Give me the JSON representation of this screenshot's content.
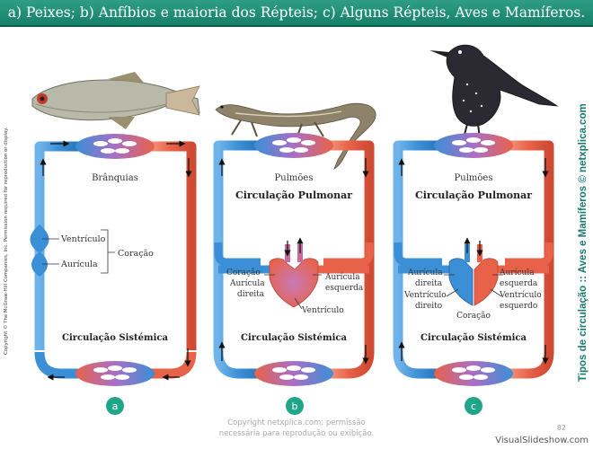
{
  "title": "a) Peixes; b) Anfíbios e maioria dos Répteis; c) Alguns Répteis, Aves e Mamíferos.",
  "side_copyright": "Copyright © The McGraw-Hill Companies, Inc. Permission required for reproduction or display.",
  "side_title": "Tipos de circulação :: Aves e Mamíferos © netxplica.com",
  "panel_a": {
    "badge": "a",
    "gills": "Brânquias",
    "ventricle": "Ventrículo",
    "atrium": "Aurícula",
    "heart": "Coração",
    "systemic": "Circulação Sistémica"
  },
  "panel_b": {
    "badge": "b",
    "lungs": "Pulmões",
    "pulmonary": "Circulação Pulmonar",
    "heart": "Coração",
    "right_atrium_1": "Aurícula",
    "right_atrium_2": "direita",
    "left_atrium_1": "Aurícula",
    "left_atrium_2": "esquerda",
    "ventricle": "Ventrículo",
    "systemic": "Circulação Sistémica"
  },
  "panel_c": {
    "badge": "c",
    "lungs": "Pulmões",
    "pulmonary": "Circulação Pulmonar",
    "right_atrium_1": "Aurícula",
    "right_atrium_2": "direita",
    "right_ventricle_1": "Ventrículo",
    "right_ventricle_2": "direito",
    "left_atrium_1": "Aurícula",
    "left_atrium_2": "esquerda",
    "left_ventricle_1": "Ventrículo",
    "left_ventricle_2": "esquerdo",
    "heart": "Coração",
    "systemic": "Circulação Sistémica"
  },
  "footer": {
    "copy_line1": "Copyright netxplica.com: permissão",
    "copy_line2": "necessária para reprodução ou exibição.",
    "page_number": "82",
    "watermark": "VisualSlideshow.com"
  },
  "colors": {
    "title_bar": "#1f8a74",
    "badge": "#21a58a",
    "venous_blue": "#3b8fd6",
    "arterial_red": "#e8624a",
    "capillary_purple": "#a86fc6"
  }
}
